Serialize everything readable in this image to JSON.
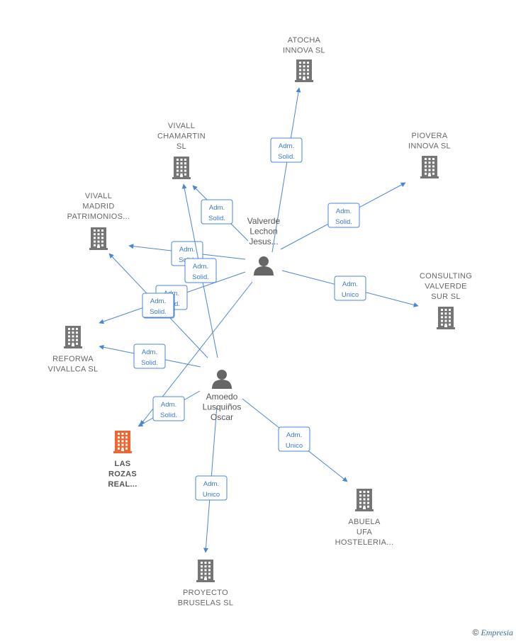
{
  "colors": {
    "edge": "#4a86d4",
    "company": "#757575",
    "main_company": "#f26430",
    "person": "#666666"
  },
  "companies": [
    {
      "id": "atocha",
      "lines": [
        "ATOCHA",
        "INNOVA  SL"
      ],
      "main": false
    },
    {
      "id": "vivall_chamartin",
      "lines": [
        "VIVALL",
        "CHAMARTIN",
        "SL"
      ],
      "main": false
    },
    {
      "id": "piovera",
      "lines": [
        "PIOVERA",
        "INNOVA  SL"
      ],
      "main": false
    },
    {
      "id": "vivall_madrid",
      "lines": [
        "VIVALL",
        "MADRID",
        "PATRIMONIOS..."
      ],
      "main": false
    },
    {
      "id": "consulting",
      "lines": [
        "CONSULTING",
        "VALVERDE",
        "SUR  SL"
      ],
      "main": false
    },
    {
      "id": "reforwa",
      "lines": [
        "REFORWA",
        "VIVALLCA  SL"
      ],
      "main": false
    },
    {
      "id": "las_rozas",
      "lines": [
        "LAS",
        "ROZAS",
        "REAL..."
      ],
      "main": true
    },
    {
      "id": "abuela",
      "lines": [
        "ABUELA",
        "UFA",
        "HOSTELERIA..."
      ],
      "main": false
    },
    {
      "id": "proyecto",
      "lines": [
        "PROYECTO",
        "BRUSELAS  SL"
      ],
      "main": false
    }
  ],
  "persons": [
    {
      "id": "valverde",
      "lines": [
        "Valverde",
        "Lechon",
        "Jesus..."
      ]
    },
    {
      "id": "amoedo",
      "lines": [
        "Amoedo",
        "Lusquiños",
        "Oscar"
      ]
    }
  ],
  "edges": [
    {
      "from": "valverde",
      "to": "atocha",
      "label": [
        "Adm.",
        "Solid."
      ]
    },
    {
      "from": "valverde",
      "to": "vivall_chamartin",
      "label": [
        "Adm.",
        "Solid."
      ]
    },
    {
      "from": "valverde",
      "to": "piovera",
      "label": [
        "Adm.",
        "Solid."
      ]
    },
    {
      "from": "valverde",
      "to": "vivall_madrid",
      "label": [
        "Adm.",
        "Solid."
      ]
    },
    {
      "from": "valverde",
      "to": "consulting",
      "label": [
        "Adm.",
        "Unico"
      ]
    },
    {
      "from": "valverde",
      "to": "reforwa",
      "label": [
        "Adm.",
        "Solid."
      ]
    },
    {
      "from": "valverde",
      "to": "las_rozas",
      "label": [
        "Adm.",
        "Solid."
      ]
    },
    {
      "from": "amoedo",
      "to": "vivall_chamartin",
      "label": [
        "Adm.",
        "Solid."
      ]
    },
    {
      "from": "amoedo",
      "to": "vivall_madrid",
      "label": [
        "Adm.",
        "Solid."
      ]
    },
    {
      "from": "amoedo",
      "to": "reforwa",
      "label": [
        "Adm.",
        "Solid."
      ]
    },
    {
      "from": "amoedo",
      "to": "las_rozas",
      "label": [
        "Adm.",
        "Solid."
      ]
    },
    {
      "from": "amoedo",
      "to": "abuela",
      "label": [
        "Adm.",
        "Unico"
      ]
    },
    {
      "from": "amoedo",
      "to": "proyecto",
      "label": [
        "Adm.",
        "Unico"
      ]
    }
  ],
  "watermark": {
    "symbol": "©",
    "brand": "Empresia"
  }
}
